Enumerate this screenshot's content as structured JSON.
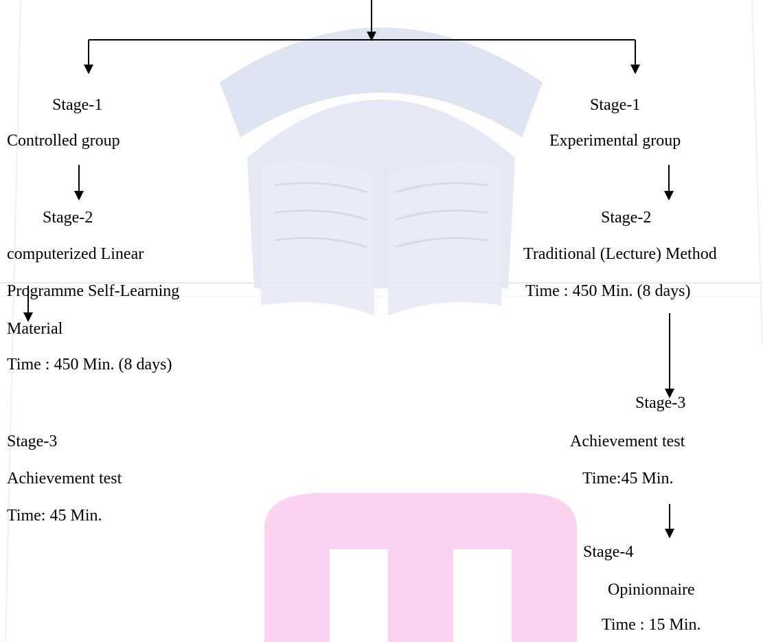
{
  "left_branch": {
    "stage1_label": "Stage-1",
    "stage1_text": "Controlled group",
    "stage2_label": "Stage-2",
    "stage2_lines": [
      "computerized Linear",
      "Programme Self-Learning",
      "Material",
      "Time : 450 Min. (8 days)"
    ],
    "stage3_label": "Stage-3",
    "stage3_text": "Achievement test",
    "stage3_time": "Time: 45 Min."
  },
  "right_branch": {
    "stage1_label": "Stage-1",
    "stage1_text": "Experimental group",
    "stage2_label": "Stage-2",
    "stage2_text": "Traditional (Lecture) Method",
    "stage2_time": "Time : 450 Min. (8 days)",
    "stage3_label": "Stage-3",
    "stage3_text": "Achievement test",
    "stage3_time": "Time:45 Min.",
    "stage4_label": "Stage-4",
    "stage4_text": "Opinionnaire",
    "stage4_time": "Time : 15 Min."
  },
  "colors": {
    "line": "#000000",
    "watermark_blue": "#d6dcef",
    "watermark_pink": "#f9c8ec"
  }
}
